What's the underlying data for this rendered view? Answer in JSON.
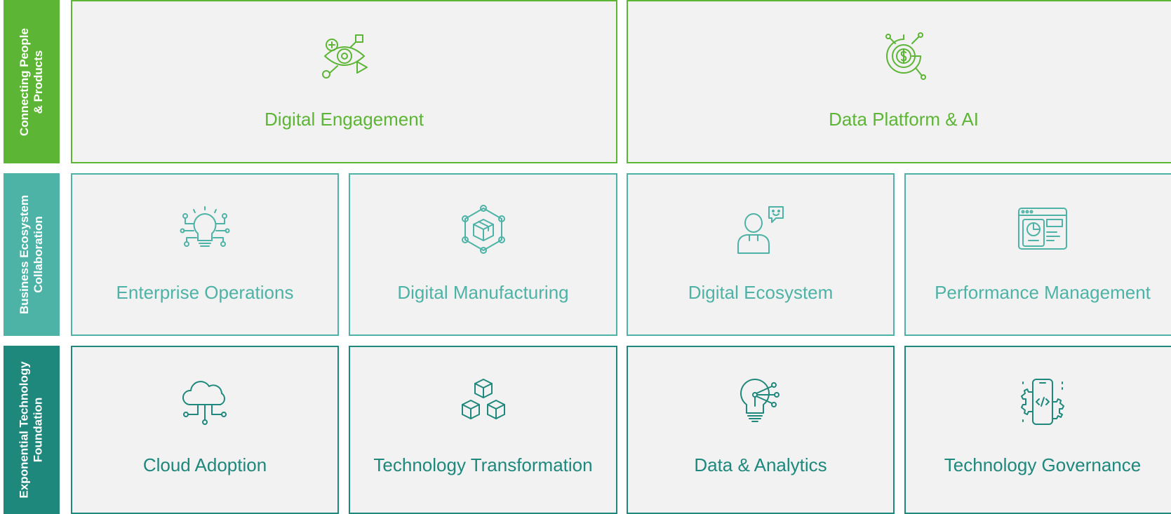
{
  "colors": {
    "green": "#5db535",
    "teal": "#4db3a6",
    "dark_teal": "#1e887c",
    "tile_background": "#f2f2f2"
  },
  "rows": [
    {
      "label": "Connecting People & Products",
      "color": "#5db535",
      "tiles": [
        {
          "title": "Digital Engagement",
          "icon": "eye-network-icon"
        },
        {
          "title": "Data Platform & AI",
          "icon": "dollar-circuit-icon"
        }
      ]
    },
    {
      "label": "Business Ecosystem Collaboration",
      "color": "#4db3a6",
      "tiles": [
        {
          "title": "Enterprise Operations",
          "icon": "lightbulb-network-icon"
        },
        {
          "title": "Digital Manufacturing",
          "icon": "box-hexagon-icon"
        },
        {
          "title": "Digital Ecosystem",
          "icon": "person-chat-icon"
        },
        {
          "title": "Performance Management",
          "icon": "dashboard-window-icon"
        }
      ]
    },
    {
      "label": "Exponential Technology Foundation",
      "color": "#1e887c",
      "tiles": [
        {
          "title": "Cloud Adoption",
          "icon": "cloud-network-icon"
        },
        {
          "title": "Technology Transformation",
          "icon": "cubes-icon"
        },
        {
          "title": "Data & Analytics",
          "icon": "lightbulb-nodes-icon"
        },
        {
          "title": "Technology Governance",
          "icon": "phone-code-gear-icon"
        }
      ]
    }
  ]
}
